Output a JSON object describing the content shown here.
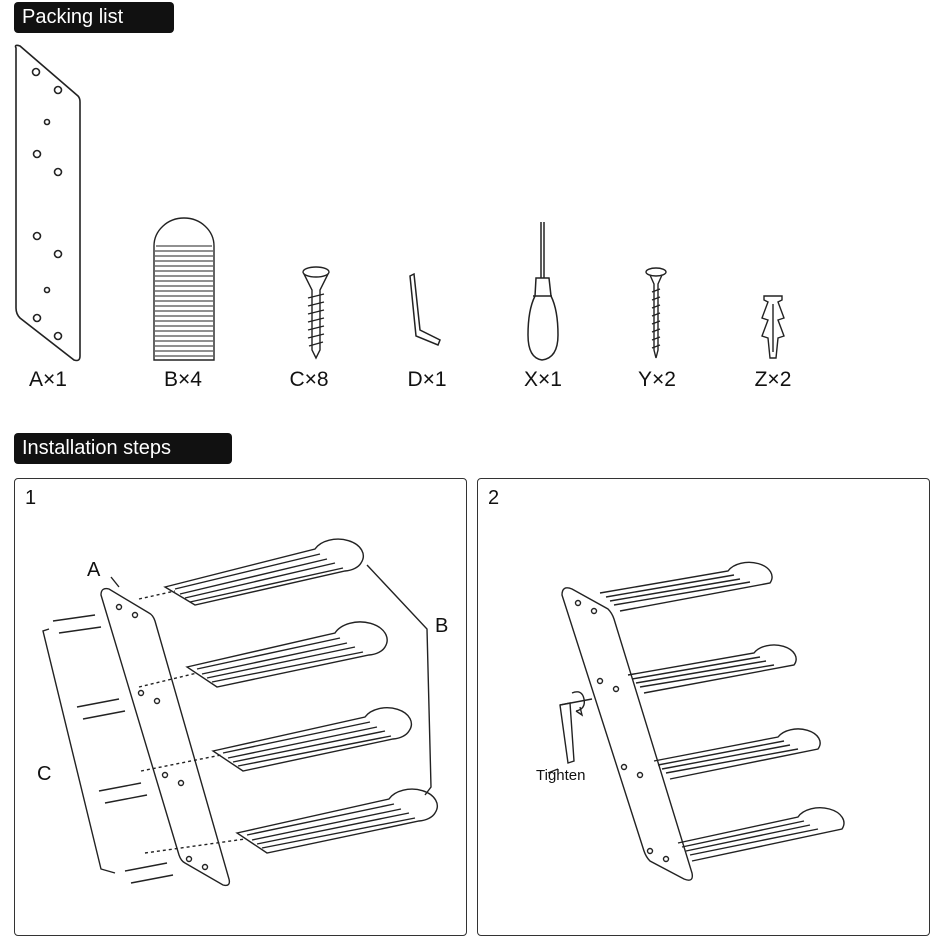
{
  "sections": {
    "packing_list": "Packing list",
    "installation_steps": "Installation steps"
  },
  "parts": [
    {
      "label": "A×1",
      "icon": "board-icon"
    },
    {
      "label": "B×4",
      "icon": "sisal-step-icon"
    },
    {
      "label": "C×8",
      "icon": "screw-icon"
    },
    {
      "label": "D×1",
      "icon": "hex-key-icon"
    },
    {
      "label": "X×1",
      "icon": "screwdriver-icon"
    },
    {
      "label": "Y×2",
      "icon": "long-screw-icon"
    },
    {
      "label": "Z×2",
      "icon": "wall-anchor-icon"
    }
  ],
  "steps": [
    {
      "number": "1",
      "callouts": {
        "a": "A",
        "b": "B",
        "c": "C"
      }
    },
    {
      "number": "2",
      "callouts": {
        "tighten": "Tighten"
      }
    }
  ]
}
